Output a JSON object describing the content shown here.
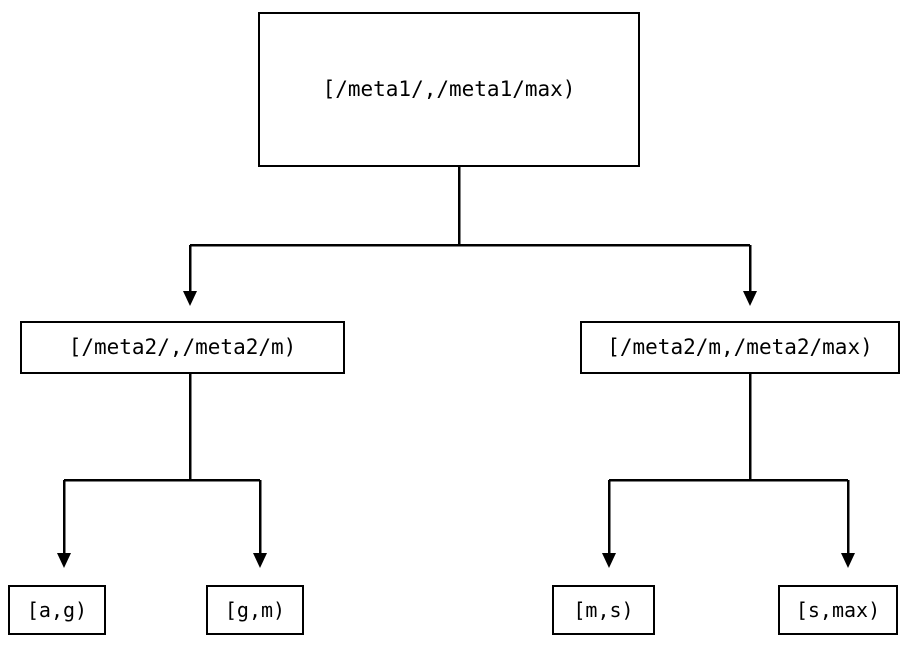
{
  "diagram": {
    "type": "tree",
    "title": "",
    "background_color": "#ffffff",
    "line_color": "#000000",
    "text_color": "#000000",
    "nodes": {
      "root": {
        "label": "[/meta1/,/meta1/max)"
      },
      "mid_left": {
        "label": "[/meta2/,/meta2/m)"
      },
      "mid_right": {
        "label": "[/meta2/m,/meta2/max)"
      },
      "leaf_1": {
        "label": "[a,g)"
      },
      "leaf_2": {
        "label": "[g,m)"
      },
      "leaf_3": {
        "label": "[m,s)"
      },
      "leaf_4": {
        "label": "[s,max)"
      }
    },
    "edges": [
      {
        "from": "root",
        "to": "mid_left",
        "arrow": "down-triangle"
      },
      {
        "from": "root",
        "to": "mid_right",
        "arrow": "down-triangle"
      },
      {
        "from": "mid_left",
        "to": "leaf_1",
        "arrow": "down-triangle"
      },
      {
        "from": "mid_left",
        "to": "leaf_2",
        "arrow": "down-triangle"
      },
      {
        "from": "mid_right",
        "to": "leaf_3",
        "arrow": "down-triangle"
      },
      {
        "from": "mid_right",
        "to": "leaf_4",
        "arrow": "down-triangle"
      }
    ]
  }
}
